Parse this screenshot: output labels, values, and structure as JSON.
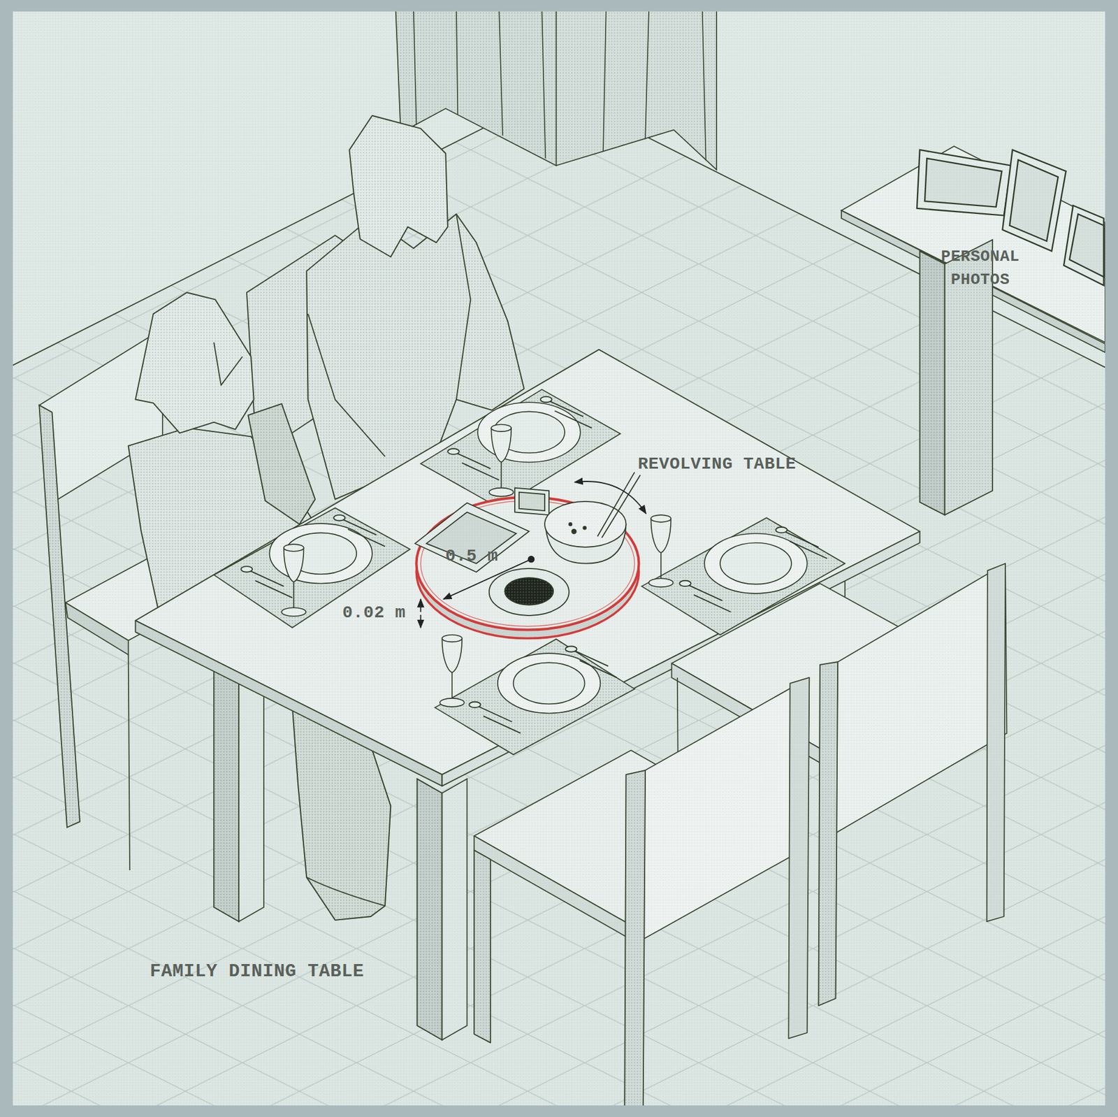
{
  "diagram": {
    "labels": [
      "PERSONAL PHOTOS",
      "REVOLVING TABLE",
      "0.5 m",
      "0.02 m",
      "FAMILY DINING TABLE"
    ]
  }
}
